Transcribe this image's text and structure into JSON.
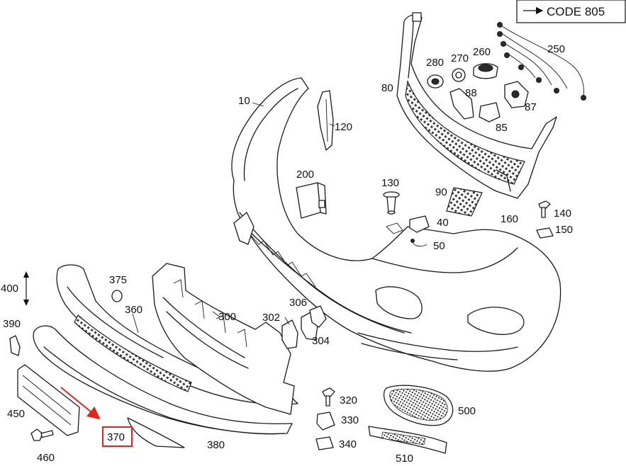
{
  "code_box": {
    "label": "CODE 805"
  },
  "callouts": [
    {
      "id": "10",
      "text": "10"
    },
    {
      "id": "40",
      "text": "40"
    },
    {
      "id": "50",
      "text": "50"
    },
    {
      "id": "80",
      "text": "80"
    },
    {
      "id": "85",
      "text": "85"
    },
    {
      "id": "87",
      "text": "87"
    },
    {
      "id": "88",
      "text": "88"
    },
    {
      "id": "90",
      "text": "90"
    },
    {
      "id": "120",
      "text": "120"
    },
    {
      "id": "130",
      "text": "130"
    },
    {
      "id": "140",
      "text": "140"
    },
    {
      "id": "150",
      "text": "150"
    },
    {
      "id": "160",
      "text": "160"
    },
    {
      "id": "200",
      "text": "200"
    },
    {
      "id": "250",
      "text": "250"
    },
    {
      "id": "260",
      "text": "260"
    },
    {
      "id": "270",
      "text": "270"
    },
    {
      "id": "280",
      "text": "280"
    },
    {
      "id": "300",
      "text": "300"
    },
    {
      "id": "302",
      "text": "302"
    },
    {
      "id": "304",
      "text": "304"
    },
    {
      "id": "306",
      "text": "306"
    },
    {
      "id": "320",
      "text": "320"
    },
    {
      "id": "330",
      "text": "330"
    },
    {
      "id": "340",
      "text": "340"
    },
    {
      "id": "360",
      "text": "360"
    },
    {
      "id": "370",
      "text": "370"
    },
    {
      "id": "375",
      "text": "375"
    },
    {
      "id": "380",
      "text": "380"
    },
    {
      "id": "390",
      "text": "390"
    },
    {
      "id": "400",
      "text": "400"
    },
    {
      "id": "450",
      "text": "450"
    },
    {
      "id": "460",
      "text": "460"
    },
    {
      "id": "500",
      "text": "500"
    },
    {
      "id": "510",
      "text": "510"
    }
  ],
  "highlight": {
    "target": "370",
    "color": "#e0251b"
  }
}
